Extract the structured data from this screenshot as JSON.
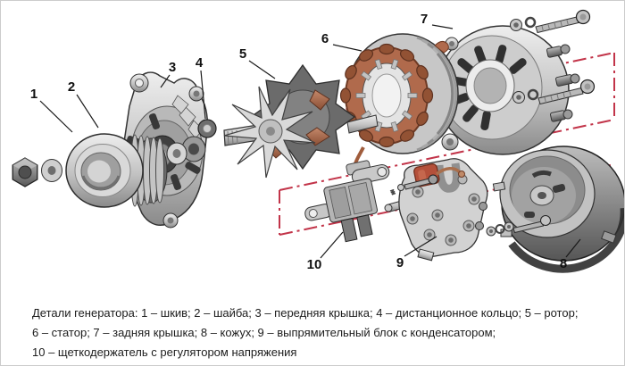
{
  "diagram": {
    "description_visible": "Exploded view of car alternator parts",
    "accent_red": "#c23449",
    "copper_color": "#a05c3c",
    "labels": [
      {
        "number": "1",
        "name": "шкив"
      },
      {
        "number": "2",
        "name": "шайба"
      },
      {
        "number": "3",
        "name": "передняя крышка"
      },
      {
        "number": "4",
        "name": "дистанционное кольцо"
      },
      {
        "number": "5",
        "name": "ротор"
      },
      {
        "number": "6",
        "name": "статор"
      },
      {
        "number": "7",
        "name": "задняя крышка"
      },
      {
        "number": "8",
        "name": "кожух"
      },
      {
        "number": "9",
        "name": "выпрямительный блок с конденсатором"
      },
      {
        "number": "10",
        "name": "щеткодержатель с регулятором напряжения"
      }
    ]
  },
  "caption": {
    "line1": "Детали генератора: 1 – шкив; 2 – шайба; 3 – передняя крышка; 4 – дистанционное кольцо; 5 – ротор;",
    "line2": "6 – статор; 7 – задняя крышка; 8 – кожух; 9 – выпрямительный блок с конденсатором;",
    "line3": "10 – щеткодержатель с регулятором напряжения"
  }
}
